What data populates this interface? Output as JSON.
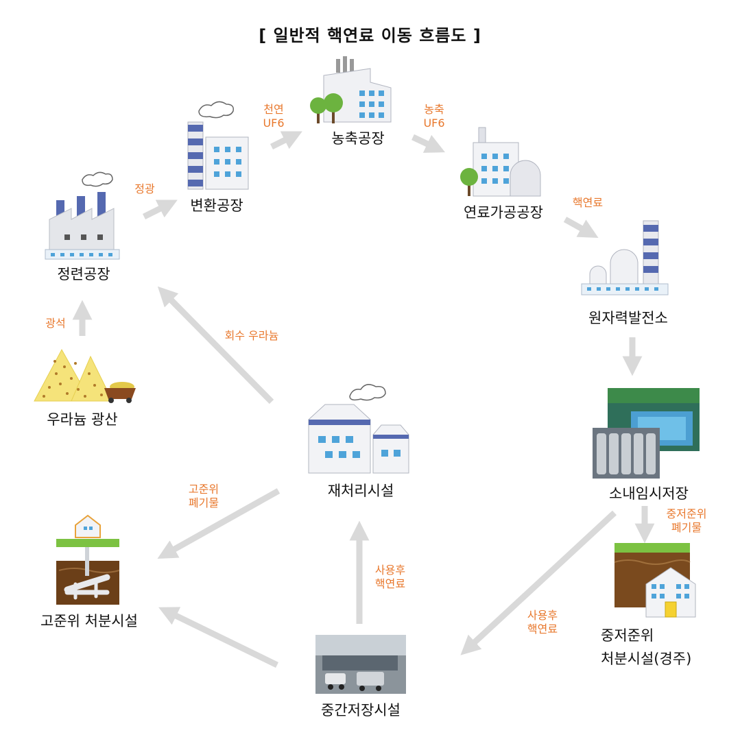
{
  "title": "[ 일반적 핵연료 이동 흐름도 ]",
  "colors": {
    "label_text": "#111111",
    "edge_text": "#e8782d",
    "arrow": "#d9d9d9"
  },
  "nodes": [
    {
      "id": "mine",
      "label": "우라늄 광산",
      "icon": "ore-pile-icon"
    },
    {
      "id": "refining",
      "label": "정련공장",
      "icon": "factory-icon"
    },
    {
      "id": "conversion",
      "label": "변환공장",
      "icon": "conversion-plant-icon"
    },
    {
      "id": "enrichment",
      "label": "농축공장",
      "icon": "enrichment-plant-icon"
    },
    {
      "id": "fabrication",
      "label": "연료가공공장",
      "icon": "fuel-fabrication-icon"
    },
    {
      "id": "reactor",
      "label": "원자력발전소",
      "icon": "power-plant-icon"
    },
    {
      "id": "onsite",
      "label": "소내임시저장",
      "icon": "storage-photo-icon"
    },
    {
      "id": "lilw",
      "label_lines": [
        "중저준위",
        "처분시설(경주)"
      ],
      "icon": "disposal-building-icon"
    },
    {
      "id": "interim",
      "label": "중간저장시설",
      "icon": "interim-photo-icon"
    },
    {
      "id": "reprocessing",
      "label": "재처리시설",
      "icon": "reprocessing-plant-icon"
    },
    {
      "id": "hlw",
      "label": "고준위 처분시설",
      "icon": "deep-repository-icon"
    }
  ],
  "edges": [
    {
      "from": "mine",
      "to": "refining",
      "label_lines": [
        "광석"
      ]
    },
    {
      "from": "refining",
      "to": "conversion",
      "label_lines": [
        "정광"
      ]
    },
    {
      "from": "conversion",
      "to": "enrichment",
      "label_lines": [
        "천연",
        "UF6"
      ]
    },
    {
      "from": "enrichment",
      "to": "fabrication",
      "label_lines": [
        "농축",
        "UF6"
      ]
    },
    {
      "from": "fabrication",
      "to": "reactor",
      "label_lines": [
        "핵연료"
      ]
    },
    {
      "from": "reactor",
      "to": "onsite",
      "label_lines": []
    },
    {
      "from": "onsite",
      "to": "lilw",
      "label_lines": [
        "중저준위",
        "폐기물"
      ]
    },
    {
      "from": "onsite",
      "to": "interim",
      "label_lines": [
        "사용후",
        "핵연료"
      ]
    },
    {
      "from": "interim",
      "to": "reprocessing",
      "label_lines": [
        "사용후",
        "핵연료"
      ]
    },
    {
      "from": "interim",
      "to": "hlw",
      "label_lines": []
    },
    {
      "from": "reprocessing",
      "to": "hlw",
      "label_lines": [
        "고준위",
        "폐기물"
      ]
    },
    {
      "from": "reprocessing",
      "to": "refining",
      "label_lines": [
        "회수 우라늄"
      ]
    }
  ]
}
